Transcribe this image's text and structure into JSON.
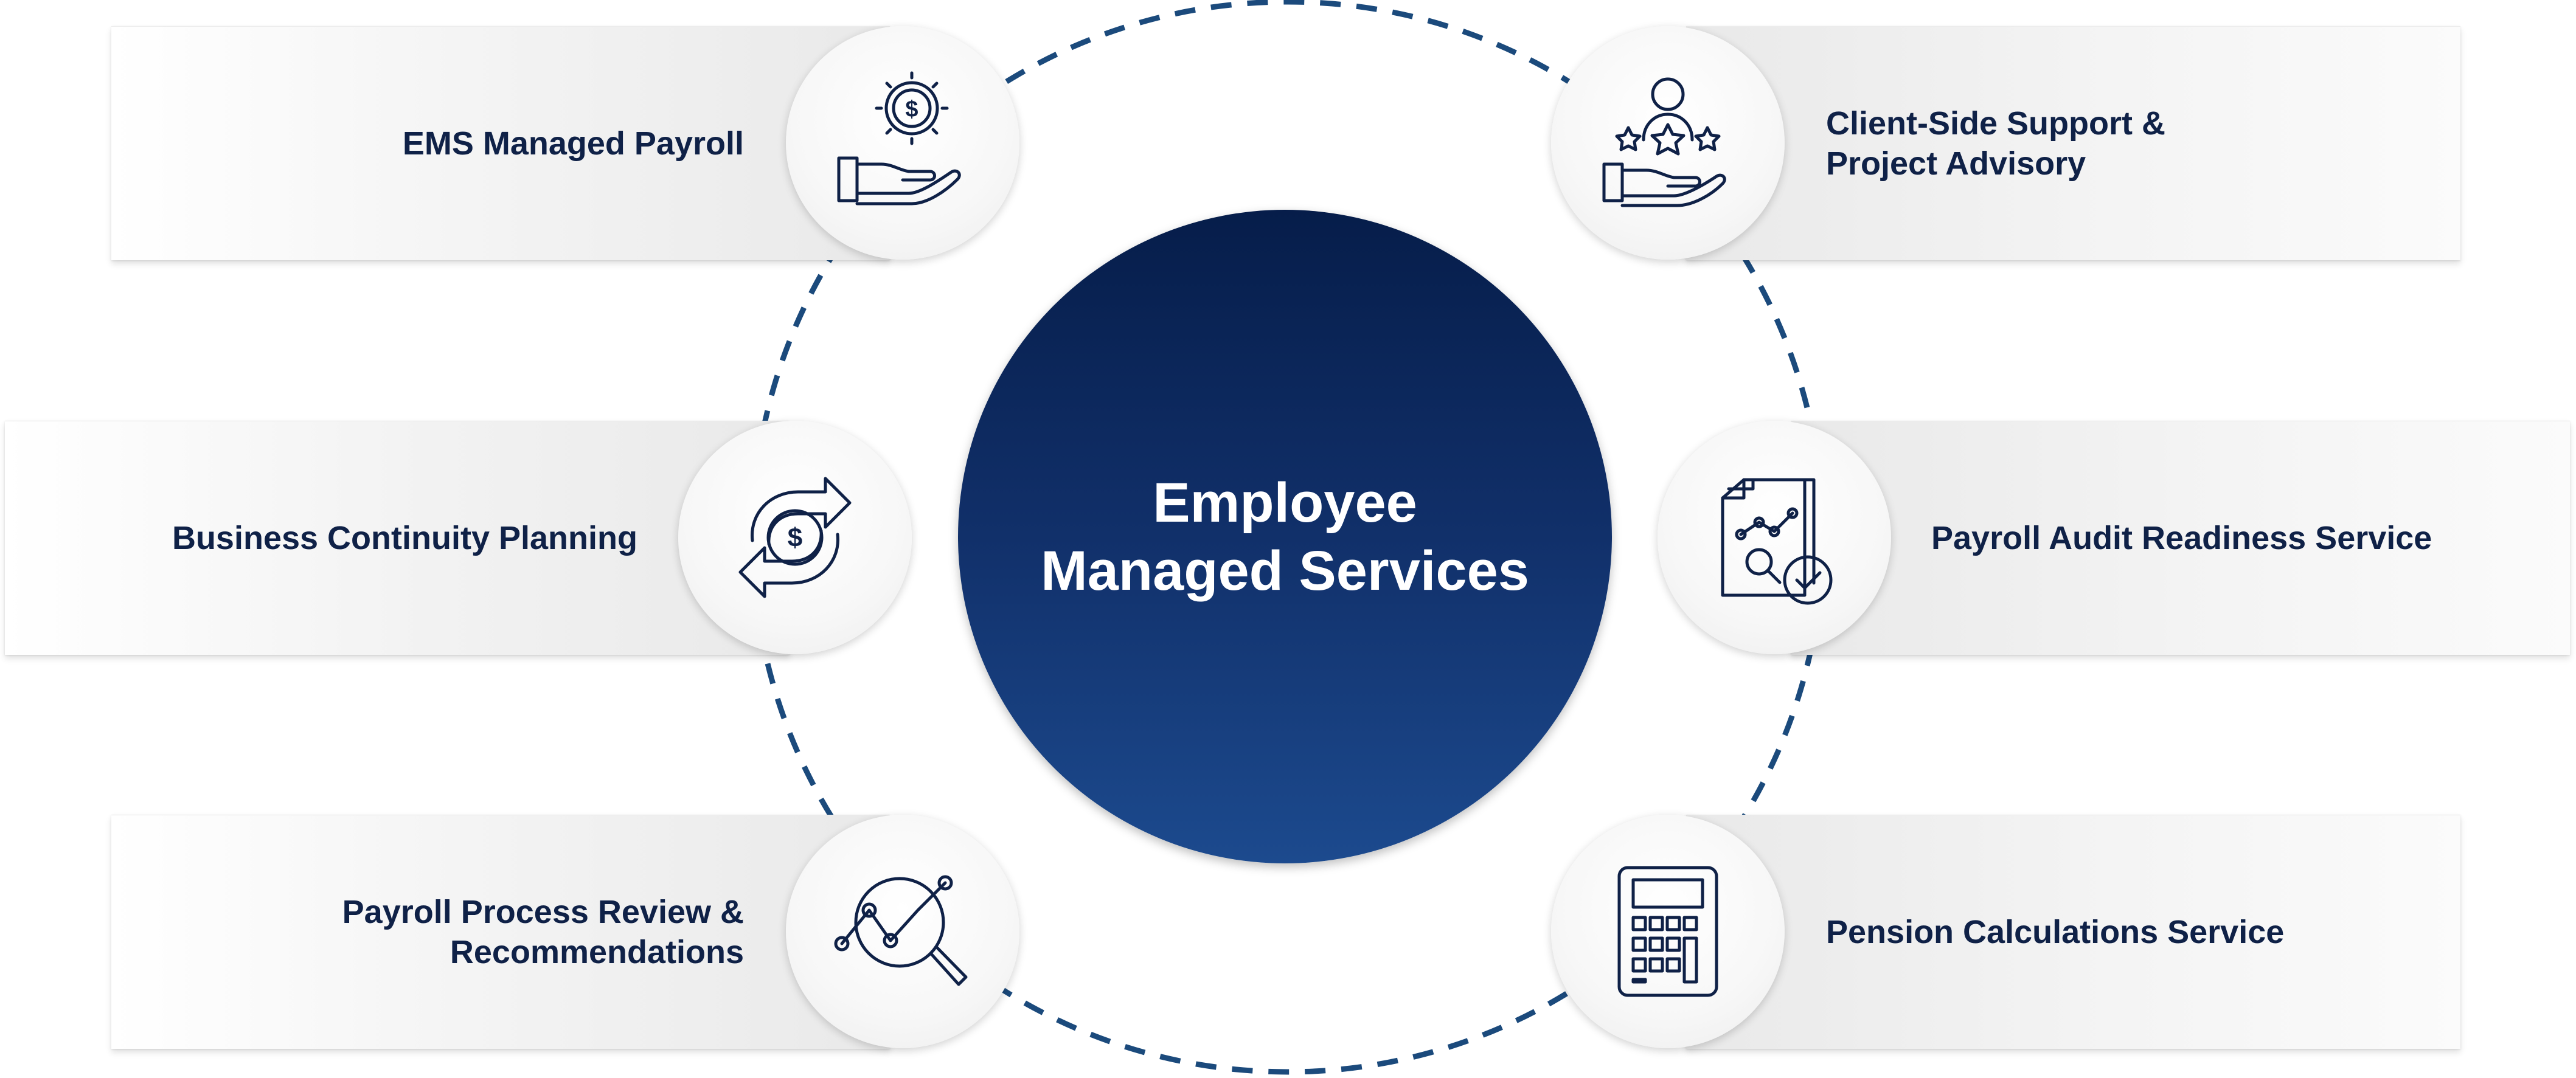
{
  "center": {
    "title_line1": "Employee",
    "title_line2": "Managed Services"
  },
  "services": [
    {
      "lines": [
        "EMS Managed Payroll"
      ],
      "icon": "hand-dollar-gear-icon"
    },
    {
      "lines": [
        "Client-Side Support &",
        "Project Advisory"
      ],
      "icon": "hand-person-stars-icon"
    },
    {
      "lines": [
        "Business Continuity Planning"
      ],
      "icon": "dollar-cycle-arrows-icon"
    },
    {
      "lines": [
        "Payroll Audit Readiness Service"
      ],
      "icon": "document-magnifier-check-icon"
    },
    {
      "lines": [
        "Payroll Process Review &",
        "Recommendations"
      ],
      "icon": "chart-magnifier-icon"
    },
    {
      "lines": [
        "Pension Calculations Service"
      ],
      "icon": "calculator-icon"
    }
  ],
  "colors": {
    "navy_text": "#0f2147",
    "center_top": "#061d4a",
    "center_bottom": "#1c4a8e",
    "ring_dash": "#1b4a7c"
  }
}
